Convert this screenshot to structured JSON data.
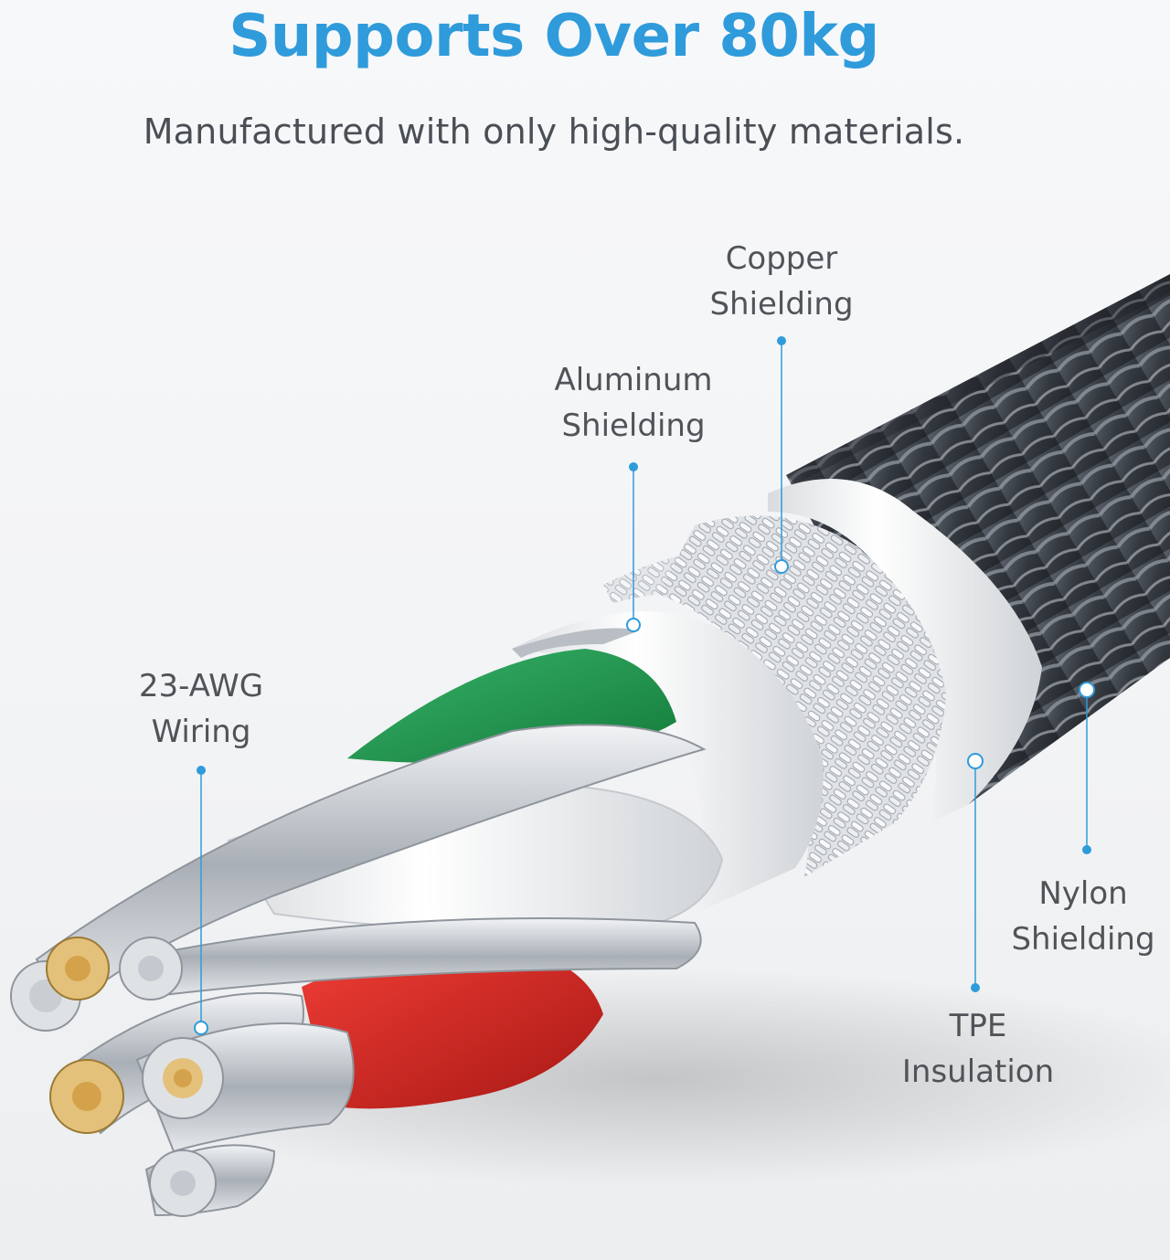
{
  "header": {
    "title": "Supports Over 80kg",
    "subtitle": "Manufactured with only high-quality materials."
  },
  "callouts": {
    "copper": {
      "line1": "Copper",
      "line2": "Shielding"
    },
    "aluminum": {
      "line1": "Aluminum",
      "line2": "Shielding"
    },
    "wiring": {
      "line1": "23-AWG",
      "line2": "Wiring"
    },
    "nylon": {
      "line1": "Nylon",
      "line2": "Shielding"
    },
    "tpe": {
      "line1": "TPE",
      "line2": "Insulation"
    }
  },
  "colors": {
    "title": "#2f9bdb",
    "callout_line": "#2f9bdb",
    "nylon_braid": "#3b4048",
    "wire_green": "#1f9a4e",
    "wire_red": "#d62a25",
    "copper_core": "#d4a24a"
  }
}
